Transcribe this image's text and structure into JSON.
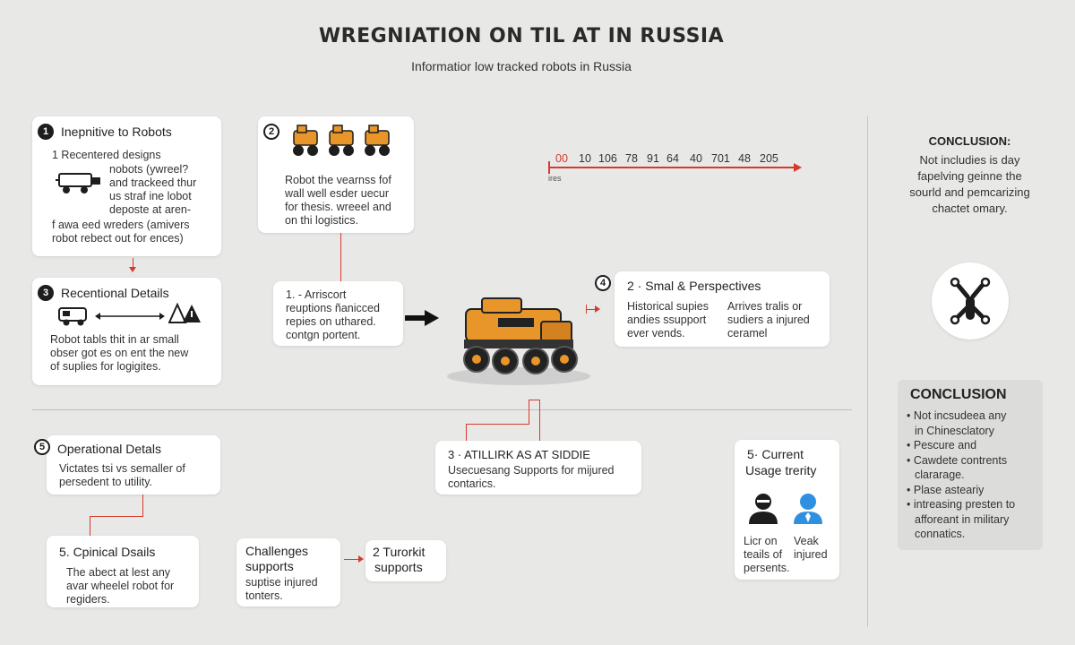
{
  "header": {
    "title": "WREGNIATION ON TIL AT IN RUSSIA",
    "subtitle": "Informatior low tracked robots in Russia"
  },
  "card1": {
    "number": "1",
    "title": "Inepnitive to Robots",
    "lines": [
      "1 Recentered designs",
      "nobots (ywreel?",
      "and trackeed thur",
      "us straf ine lobot",
      "deposte at aren-",
      "f awa eed wreders (amivers",
      "robot rebect out for ences)"
    ]
  },
  "card2": {
    "number": "2",
    "lines": [
      "Robot the vearnss fof",
      "wall well esder uecur",
      "for thesis. wreeel and",
      "on thi logistics."
    ]
  },
  "timeline": {
    "start_label": "ires",
    "ticks": [
      "00",
      "10",
      "106",
      "78",
      "91",
      "64",
      "40",
      "701",
      "48",
      "205"
    ]
  },
  "conclusion_top": {
    "title": "CONCLUSION:",
    "lines": [
      "Not includies is day",
      "fapelving geinne the",
      "sourld and pemcarizing",
      "chactet omary."
    ]
  },
  "card3": {
    "number": "3",
    "title": "Recentional Details",
    "lines": [
      "Robot tabls thit in ar small",
      "obser got es on ent the new",
      "of suplies for logigites."
    ]
  },
  "card_mid": {
    "lines": [
      "1. - Arriscort",
      "reuptions ñanicced",
      "repies on uthared.",
      "contgn portent."
    ]
  },
  "card4": {
    "number": "4",
    "title": "2 · Smal & Perspectives",
    "col_left": [
      "Historical supies",
      "andies ssupport",
      "ever vends."
    ],
    "col_right": [
      "Arrives tralis or",
      "sudiers a injured",
      "ceramel"
    ]
  },
  "card5": {
    "number": "5",
    "title": "Operational Detals",
    "lines": [
      "Victates tsi vs semaller of",
      "persedent to utility."
    ]
  },
  "card_center": {
    "title": "3 · ATILLIRK AS AT SIDDIE",
    "lines": [
      "Usecuesang Supports for mijured",
      "contarics."
    ]
  },
  "card_usage": {
    "title_lines": [
      "5· Current",
      "Usage trerity"
    ],
    "col_left": [
      "Licr on",
      "teails of",
      "persents."
    ],
    "col_right": [
      "Veak",
      "injured"
    ]
  },
  "conclusion_box": {
    "title": "CONCLUSION",
    "items": [
      [
        "Not incsudeea any",
        "in Chinesclatory"
      ],
      [
        "Pescure and"
      ],
      [
        "Cawdete contrents",
        "clararage."
      ],
      [
        "Plase asteariy"
      ],
      [
        "intreasing presten to",
        "afforeant in military",
        "connatics."
      ]
    ]
  },
  "card_bottom1": {
    "title": "5. Cpinical Dsails",
    "lines": [
      "The abect at lest any",
      "avar wheelel robot for",
      "regiders."
    ]
  },
  "card_bottom2": {
    "title_lines": [
      "Challenges",
      "supports"
    ],
    "lines": [
      "suptise injured",
      "tonters."
    ]
  },
  "card_bottom3": {
    "title_lines": [
      "2 Turorkit",
      "supports"
    ]
  },
  "colors": {
    "accent_red": "#d63a2e",
    "robot_orange": "#e8962a",
    "dark": "#1d1d1d",
    "user_blue": "#2f8fe0"
  },
  "icons": [
    "numbered-badge-icon",
    "robot-vehicle-icon",
    "tracked-robot-icon",
    "warning-triangle-icon",
    "arrow-right-icon",
    "robot-tools-icon",
    "person-icon"
  ]
}
